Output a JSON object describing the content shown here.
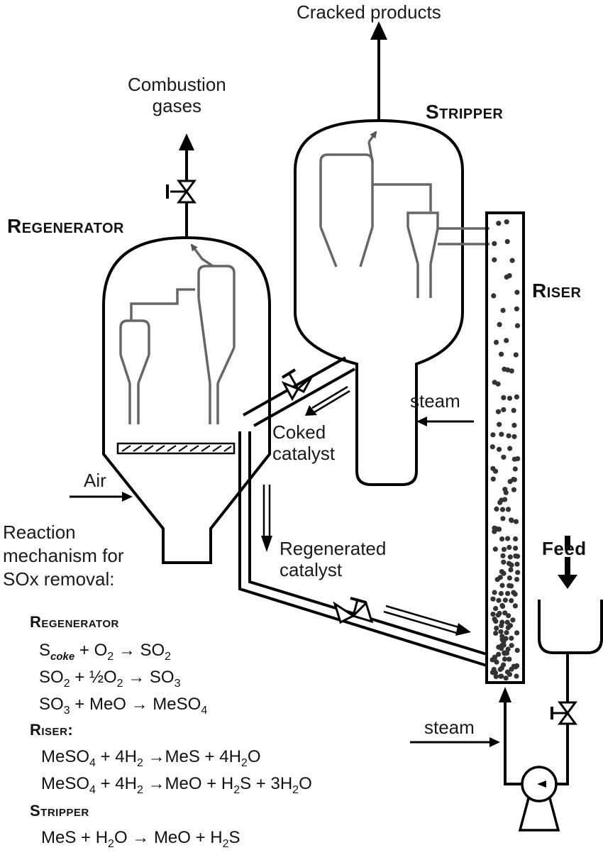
{
  "labels": {
    "cracked_products": "Cracked products",
    "combustion_gases": "Combustion\ngases",
    "stripper": "Stripper",
    "regenerator": "Regenerator",
    "riser": "Riser",
    "steam_stripper": "steam",
    "coked_catalyst": "Coked\ncatalyst",
    "air": "Air",
    "reaction_mechanism": "Reaction\nmechanism for\nSOx removal:",
    "regenerated_catalyst": "Regenerated\ncatalyst",
    "feed": "Feed",
    "steam_riser": "steam"
  },
  "mechanism": {
    "regenerator_header": "Regenerator",
    "regenerator_eqs": [
      "Scoke + O2 → SO2",
      "SO2 + ½O2 → SO3",
      "SO3 + MeO → MeSO4"
    ],
    "riser_header": "Riser:",
    "riser_eqs": [
      "MeSO4 + 4H2 →MeS + 4H2O",
      "MeSO4 + 4H2 →MeO + H2S + 3H2O"
    ],
    "stripper_header": "Stripper",
    "stripper_eqs": [
      "MeS + H2O → MeO + H2S"
    ]
  }
}
